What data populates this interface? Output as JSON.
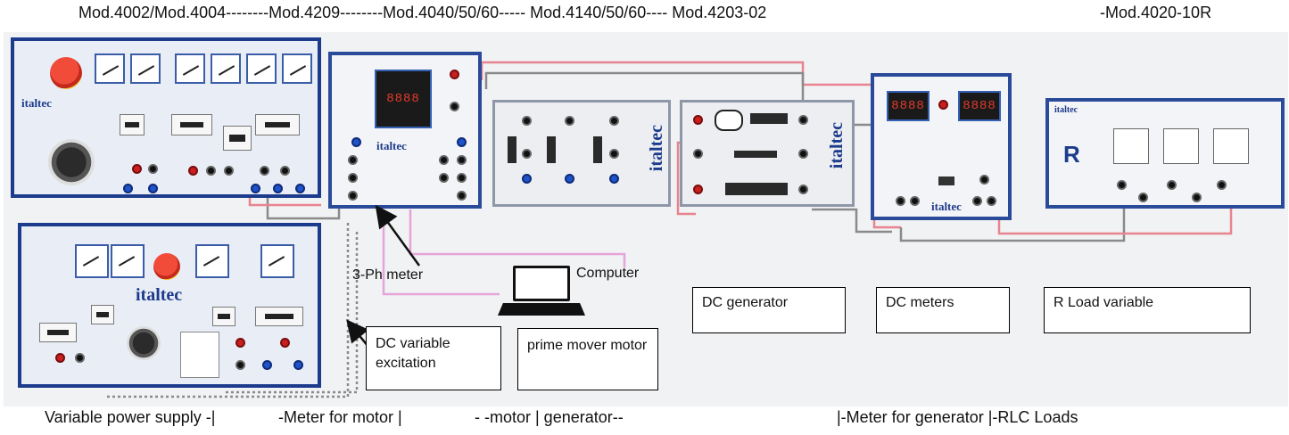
{
  "header": {
    "mod_a": "Mod.4002/Mod.4004--------Mod.4209--------Mod.4040/50/60----- Mod.4140/50/60---- Mod.4203-02",
    "mod_b": "-Mod.4020-10R"
  },
  "footer": {
    "part1": "Variable power supply  -|",
    "part2": "-Meter for motor  |",
    "part3": "- -motor  |  generator--",
    "part4": "|-Meter for generator  |-RLC Loads"
  },
  "labels": {
    "three_ph_meter": "3-Ph meter",
    "computer": "Computer",
    "dc_generator": "DC generator",
    "dc_meters": "DC meters",
    "r_load_variable": "R Load variable",
    "dc_variable_excitation": "DC variable excitation",
    "prime_mover_motor": "prime mover motor"
  },
  "panel_brand": "italtec",
  "load_panel_letter": "R",
  "colors": {
    "panel_border": "#1c3b8c",
    "wire_red": "#e8848f",
    "wire_blue": "#7b86d8",
    "wire_gray": "#8a8a8a",
    "wire_pink": "#e7a4d9"
  }
}
